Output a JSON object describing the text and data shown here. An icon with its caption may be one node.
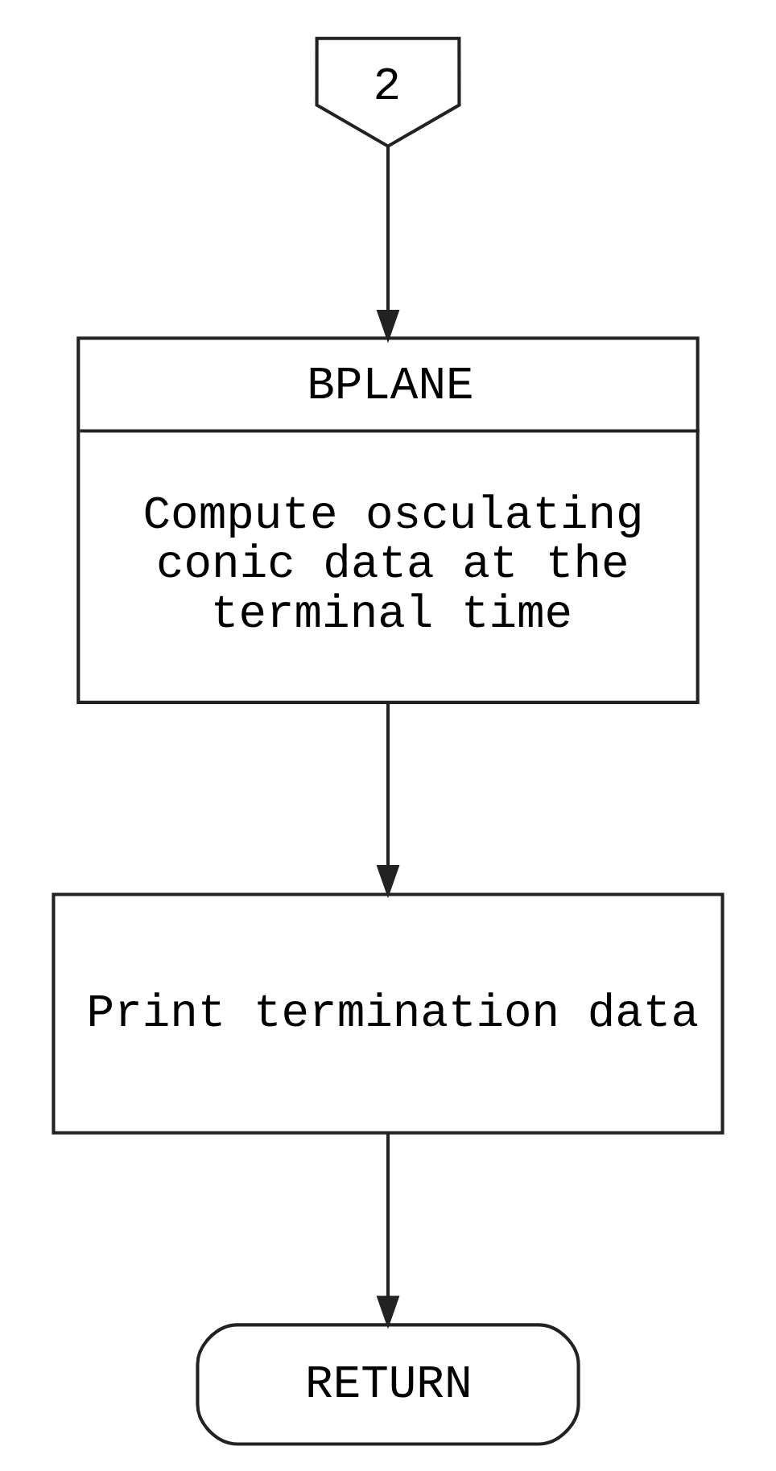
{
  "diagram": {
    "nodes": [
      {
        "text": [
          "2"
        ]
      },
      {
        "text": [
          "BPLANE",
          "Compute osculating conic data at the terminal time"
        ]
      },
      {
        "text": [
          "Print termination data"
        ]
      },
      {
        "text": [
          "RETURN"
        ]
      }
    ],
    "edges": [
      {
        "from": 0,
        "to": 1,
        "arrow": "to"
      },
      {
        "from": 1,
        "to": 2,
        "arrow": "to"
      },
      {
        "from": 2,
        "to": 3,
        "arrow": "to"
      }
    ]
  }
}
